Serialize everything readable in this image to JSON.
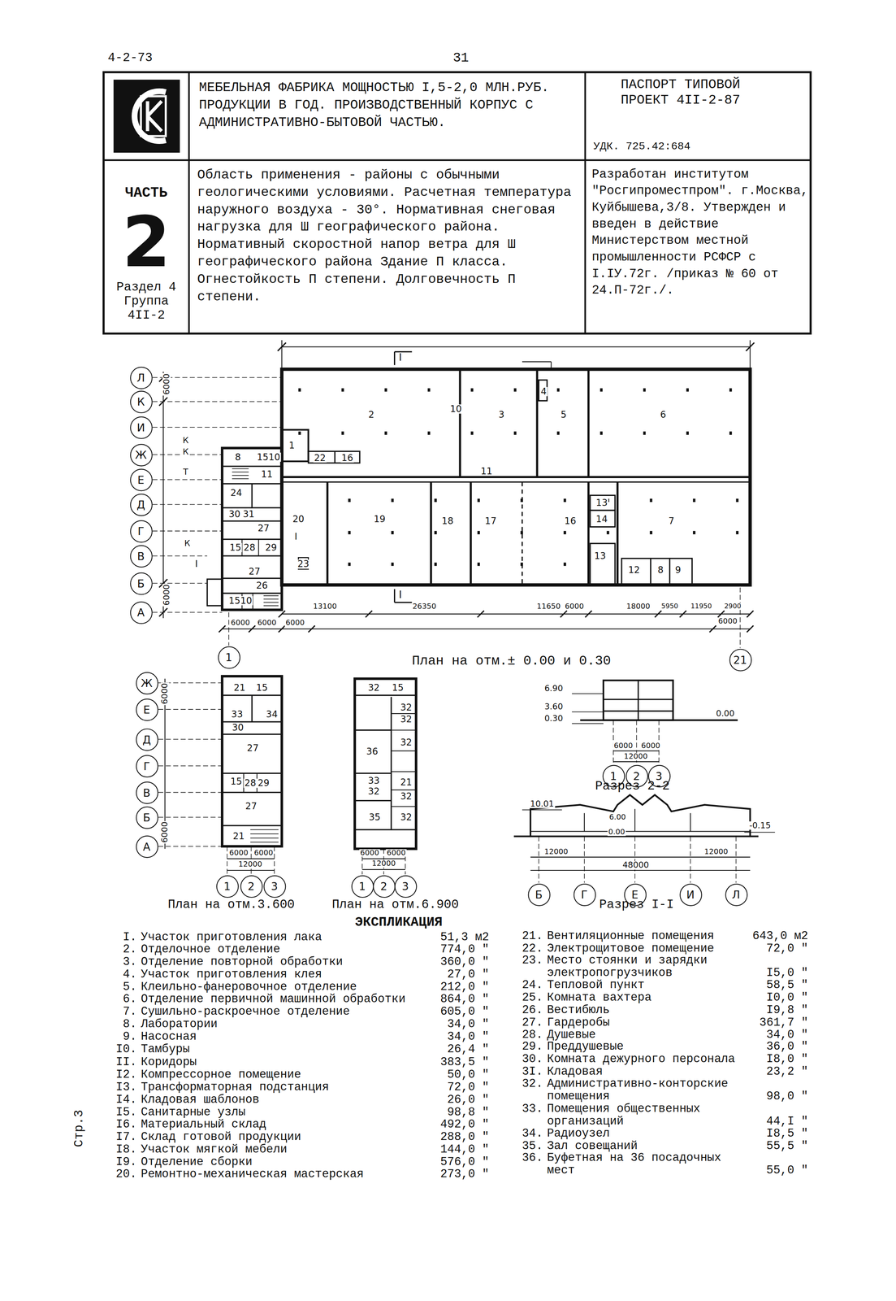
{
  "diagram": {
    "nodes": [
      {
        "text": [
          "МЕБЕЛЬНАЯ ФАБРИКА МОЩНОСТЬЮ I,5-2,0 МЛН.РУБ. ПРОДУКЦИИ В ГОД. ПРОИЗВОДСТВЕННЫЙ КОРПУС С АДМИНИСТРАТИВНО-БЫТОВОЙ ЧАСТЬЮ."
        ]
      },
      {
        "text": [
          "ПАСПОРТ ТИПОВОЙ ПРОЕКТ 4II-2-87",
          "УДК. 725.42:684"
        ]
      },
      {
        "text": [
          "ЧАСТЬ",
          "2",
          "Раздел 4 Группа 4II-2"
        ]
      },
      {
        "text": [
          "Область применения - районы с обычными геологическими условиями. Расчетная температура наружного воздуха - 30°. Нормативная снеговая нагрузка для Ш географического района. Нормативный скоростной напор ветра для Ш географического района Здание П класса. Огнестойкость П степени. Долговечность П степени."
        ]
      },
      {
        "text": [
          "Разработан институтом \"Росгипроместпром\". г.Москва, Куйбышева,3/8. Утвержден и введен в действие Министерством местной промышленности РСФСР с I.IУ.72г. /приказ № 60 от 24.П-72г./."
        ]
      },
      {
        "text": [
          "Л"
        ]
      },
      {
        "text": [
          "К"
        ]
      },
      {
        "text": [
          "И"
        ]
      },
      {
        "text": [
          "Ж"
        ]
      },
      {
        "text": [
          "Е"
        ]
      },
      {
        "text": [
          "Д"
        ]
      },
      {
        "text": [
          "Г"
        ]
      },
      {
        "text": [
          "В"
        ]
      },
      {
        "text": [
          "Б"
        ]
      },
      {
        "text": [
          "А"
        ]
      },
      {
        "text": [
          "1"
        ]
      },
      {
        "text": [
          "21"
        ]
      },
      {
        "text": [
          "Ж"
        ]
      },
      {
        "text": [
          "Е"
        ]
      },
      {
        "text": [
          "Д"
        ]
      },
      {
        "text": [
          "Г"
        ]
      },
      {
        "text": [
          "В"
        ]
      },
      {
        "text": [
          "Б"
        ]
      },
      {
        "text": [
          "А"
        ]
      },
      {
        "text": [
          "1"
        ]
      },
      {
        "text": [
          "2"
        ]
      },
      {
        "text": [
          "3"
        ]
      },
      {
        "text": [
          "1"
        ]
      },
      {
        "text": [
          "2"
        ]
      },
      {
        "text": [
          "3"
        ]
      },
      {
        "text": [
          "1"
        ]
      },
      {
        "text": [
          "2"
        ]
      },
      {
        "text": [
          "3"
        ]
      },
      {
        "text": [
          "Б"
        ]
      },
      {
        "text": [
          "Г"
        ]
      },
      {
        "text": [
          "Е"
        ]
      },
      {
        "text": [
          "И"
        ]
      },
      {
        "text": [
          "Л"
        ]
      }
    ],
    "labels": [
      "4-2-73",
      "31",
      "Стр.3",
      "План на отм.± 0.00 и 0.30",
      "План на отм.3.600",
      "План на отм.6.900",
      "ЭКСПЛИКАЦИЯ",
      "Разрез 2-2",
      "Разрез I-I",
      "6000",
      "6000",
      "6000",
      "6000",
      "6000",
      "13100",
      "26350",
      "11650",
      "6000",
      "18000",
      "5950",
      "11950",
      "2900",
      "6000",
      "1",
      "2",
      "3",
      "4",
      "5",
      "6",
      "7",
      "8",
      "8",
      "9",
      "10",
      "11",
      "11",
      "12",
      "13",
      "13",
      "14",
      "15",
      "10",
      "16",
      "16",
      "17",
      "18",
      "19",
      "20",
      "22",
      "23",
      "24",
      "30",
      "31",
      "27",
      "15",
      "28",
      "29",
      "27",
      "15",
      "10",
      "26",
      "I",
      "I",
      "I",
      "I",
      "К",
      "К",
      "Т",
      "К",
      "6000",
      "6000",
      "6000",
      "6000",
      "12000",
      "21",
      "15",
      "33",
      "34",
      "30",
      "27",
      "15",
      "28",
      "29",
      "27",
      "21",
      "6000",
      "6000",
      "12000",
      "32",
      "15",
      "32",
      "32",
      "36",
      "32",
      "33",
      "32",
      "21",
      "32",
      "35",
      "32",
      "6.90",
      "3.60",
      "0.30",
      "0.00",
      "6000",
      "6000",
      "12000",
      "10.01",
      "6.00",
      "0.00",
      "-0.15",
      "12000",
      "12000",
      "48000",
      "I.",
      "Участок приготовления лака",
      "51,3 м2",
      "2.",
      "Отделочное отделение",
      "774,0 \"",
      "3.",
      "Отделение повторной обработки",
      "360,0 \"",
      "4.",
      "Участок приготовления клея",
      "27,0 \"",
      "5.",
      "Клеильно-фанеровочное отделение",
      "212,0 \"",
      "6.",
      "Отделение первичной машинной обработки",
      "864,0 \"",
      "7.",
      "Сушильно-раскроечное отделение",
      "605,0 \"",
      "8.",
      "Лаборатории",
      "34,0 \"",
      "9.",
      "Насосная",
      "34,0 \"",
      "I0.",
      "Тамбуры",
      "26,4 \"",
      "II.",
      "Коридоры",
      "383,5 \"",
      "I2.",
      "Компрессорное помещение",
      "50,0 \"",
      "I3.",
      "Трансформаторная подстанция",
      "72,0 \"",
      "I4.",
      "Кладовая шаблонов",
      "26,0 \"",
      "I5.",
      "Санитарные узлы",
      "98,8 \"",
      "I6.",
      "Материальный склад",
      "492,0 \"",
      "I7.",
      "Склад готовой продукции",
      "288,0 \"",
      "I8.",
      "Участок мягкой мебели",
      "144,0 \"",
      "I9.",
      "Отделение сборки",
      "576,0 \"",
      "20.",
      "Ремонтно-механическая мастерская",
      "273,0 \"",
      "21.",
      "Вентиляционные помещения",
      "643,0 м2",
      "22.",
      "Электрощитовое помещение",
      "72,0 \"",
      "23.",
      "Место стоянки и зарядки электропогрузчиков",
      "I5,0 \"",
      "24.",
      "Тепловой пункт",
      "58,5 \"",
      "25.",
      "Комната вахтера",
      "I0,0 \"",
      "26.",
      "Вестибюль",
      "I9,8 \"",
      "27.",
      "Гардеробы",
      "361,7 \"",
      "28.",
      "Душевые",
      "34,0 \"",
      "29.",
      "Преддушевые",
      "36,0 \"",
      "30.",
      "Комната дежурного персонала",
      "I8,0 \"",
      "3I.",
      "Кладовая",
      "23,2 \"",
      "32.",
      "Административно-конторские помещения",
      "98,0 \"",
      "33.",
      "Помещения общественных организаций",
      "44,I \"",
      "34.",
      "Радиоузел",
      "I8,5 \"",
      "35.",
      "Зал совещаний",
      "55,5 \"",
      "36.",
      "Буфетная на 36 посадочных мест",
      "55,0 \""
    ]
  }
}
